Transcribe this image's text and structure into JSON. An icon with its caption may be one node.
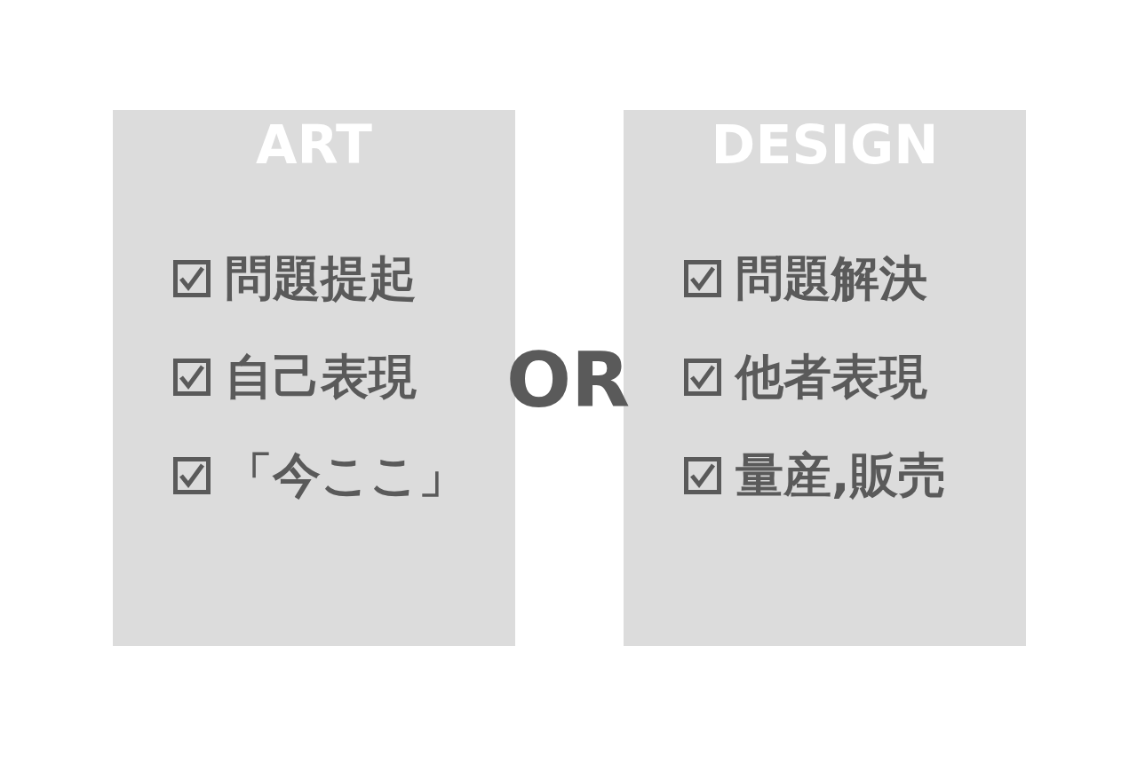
{
  "diagram": {
    "nodes": [
      {
        "text": [
          "ART",
          "問題提起",
          "自己表現",
          "「今ここ」"
        ]
      },
      {
        "text": [
          "DESIGN",
          "問題解決",
          "他者表現",
          "量産,販売"
        ]
      }
    ],
    "labels": [
      "OR"
    ]
  }
}
